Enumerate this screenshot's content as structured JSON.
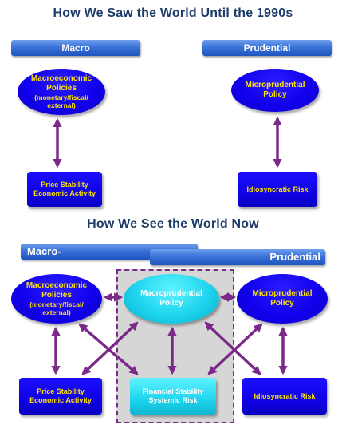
{
  "top_section": {
    "title": "How We Saw the World Until the 1990s",
    "macro_bar": "Macro",
    "prudential_bar": "Prudential",
    "macro_policies": {
      "line1": "Macroeconomic",
      "line2": "Policies",
      "line3": "(monetary/fiscal/",
      "line4": "external)"
    },
    "micro_policy": {
      "line1": "Microprudential",
      "line2": "Policy"
    },
    "price_box": {
      "line1": "Price Stability",
      "line2": "Economic Activity"
    },
    "idio_box": "Idiosyncratic Risk"
  },
  "bottom_section": {
    "title": "How We See the World Now",
    "macro_bar": "Macro-",
    "prudential_bar": "Prudential",
    "macro_policies": {
      "line1": "Macroeconomic",
      "line2": "Policies",
      "line3": "(monetary/fiscal/",
      "line4": "external)"
    },
    "macropru": {
      "line1": "Macroprudential",
      "line2": "Policy"
    },
    "micro_policy": {
      "line1": "Microprudential",
      "line2": "Policy"
    },
    "price_box": {
      "line1": "Price Stability",
      "line2": "Economic Activity"
    },
    "fin_box": {
      "line1": "Financial Stability",
      "line2": "Systemic Risk"
    },
    "idio_box": "Idiosyncratic Risk"
  },
  "colors": {
    "arrow": "#7a2b8a",
    "node_blue": "#1200ee",
    "node_cyan": "#1ed4ee",
    "text_yellow": "#ffe600",
    "title": "#1f3d6b"
  }
}
